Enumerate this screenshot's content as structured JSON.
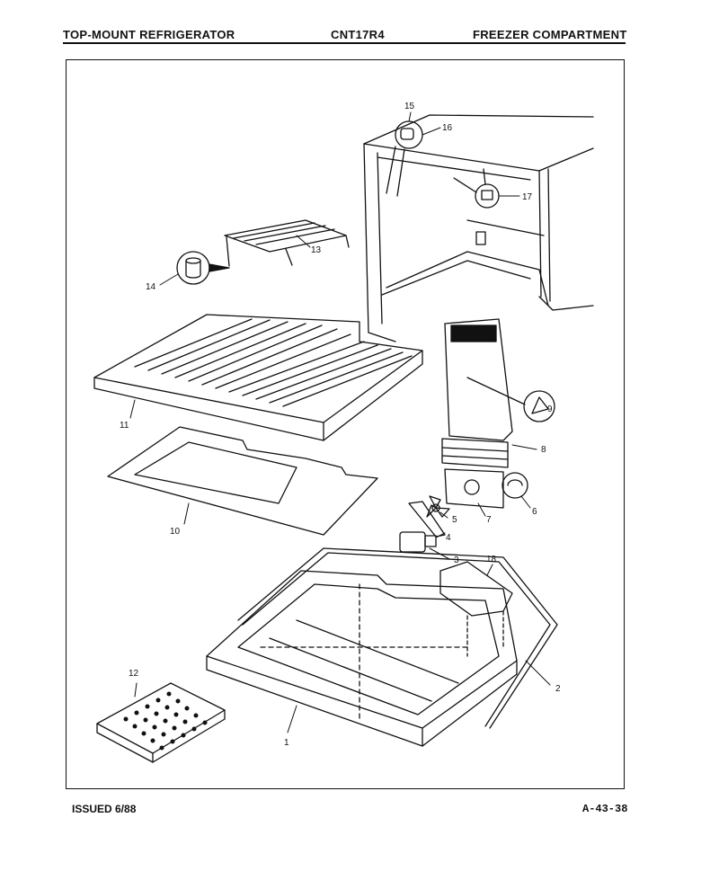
{
  "header": {
    "left": "TOP-MOUNT REFRIGERATOR",
    "center": "CNT17R4",
    "right": "FREEZER COMPARTMENT"
  },
  "footer": {
    "issued": "ISSUED 6/88",
    "page_code": "A-43-38"
  },
  "part_labels": [
    "1",
    "2",
    "3",
    "4",
    "5",
    "6",
    "7",
    "8",
    "9",
    "10",
    "11",
    "12",
    "13",
    "14",
    "15",
    "16",
    "17",
    "18"
  ]
}
